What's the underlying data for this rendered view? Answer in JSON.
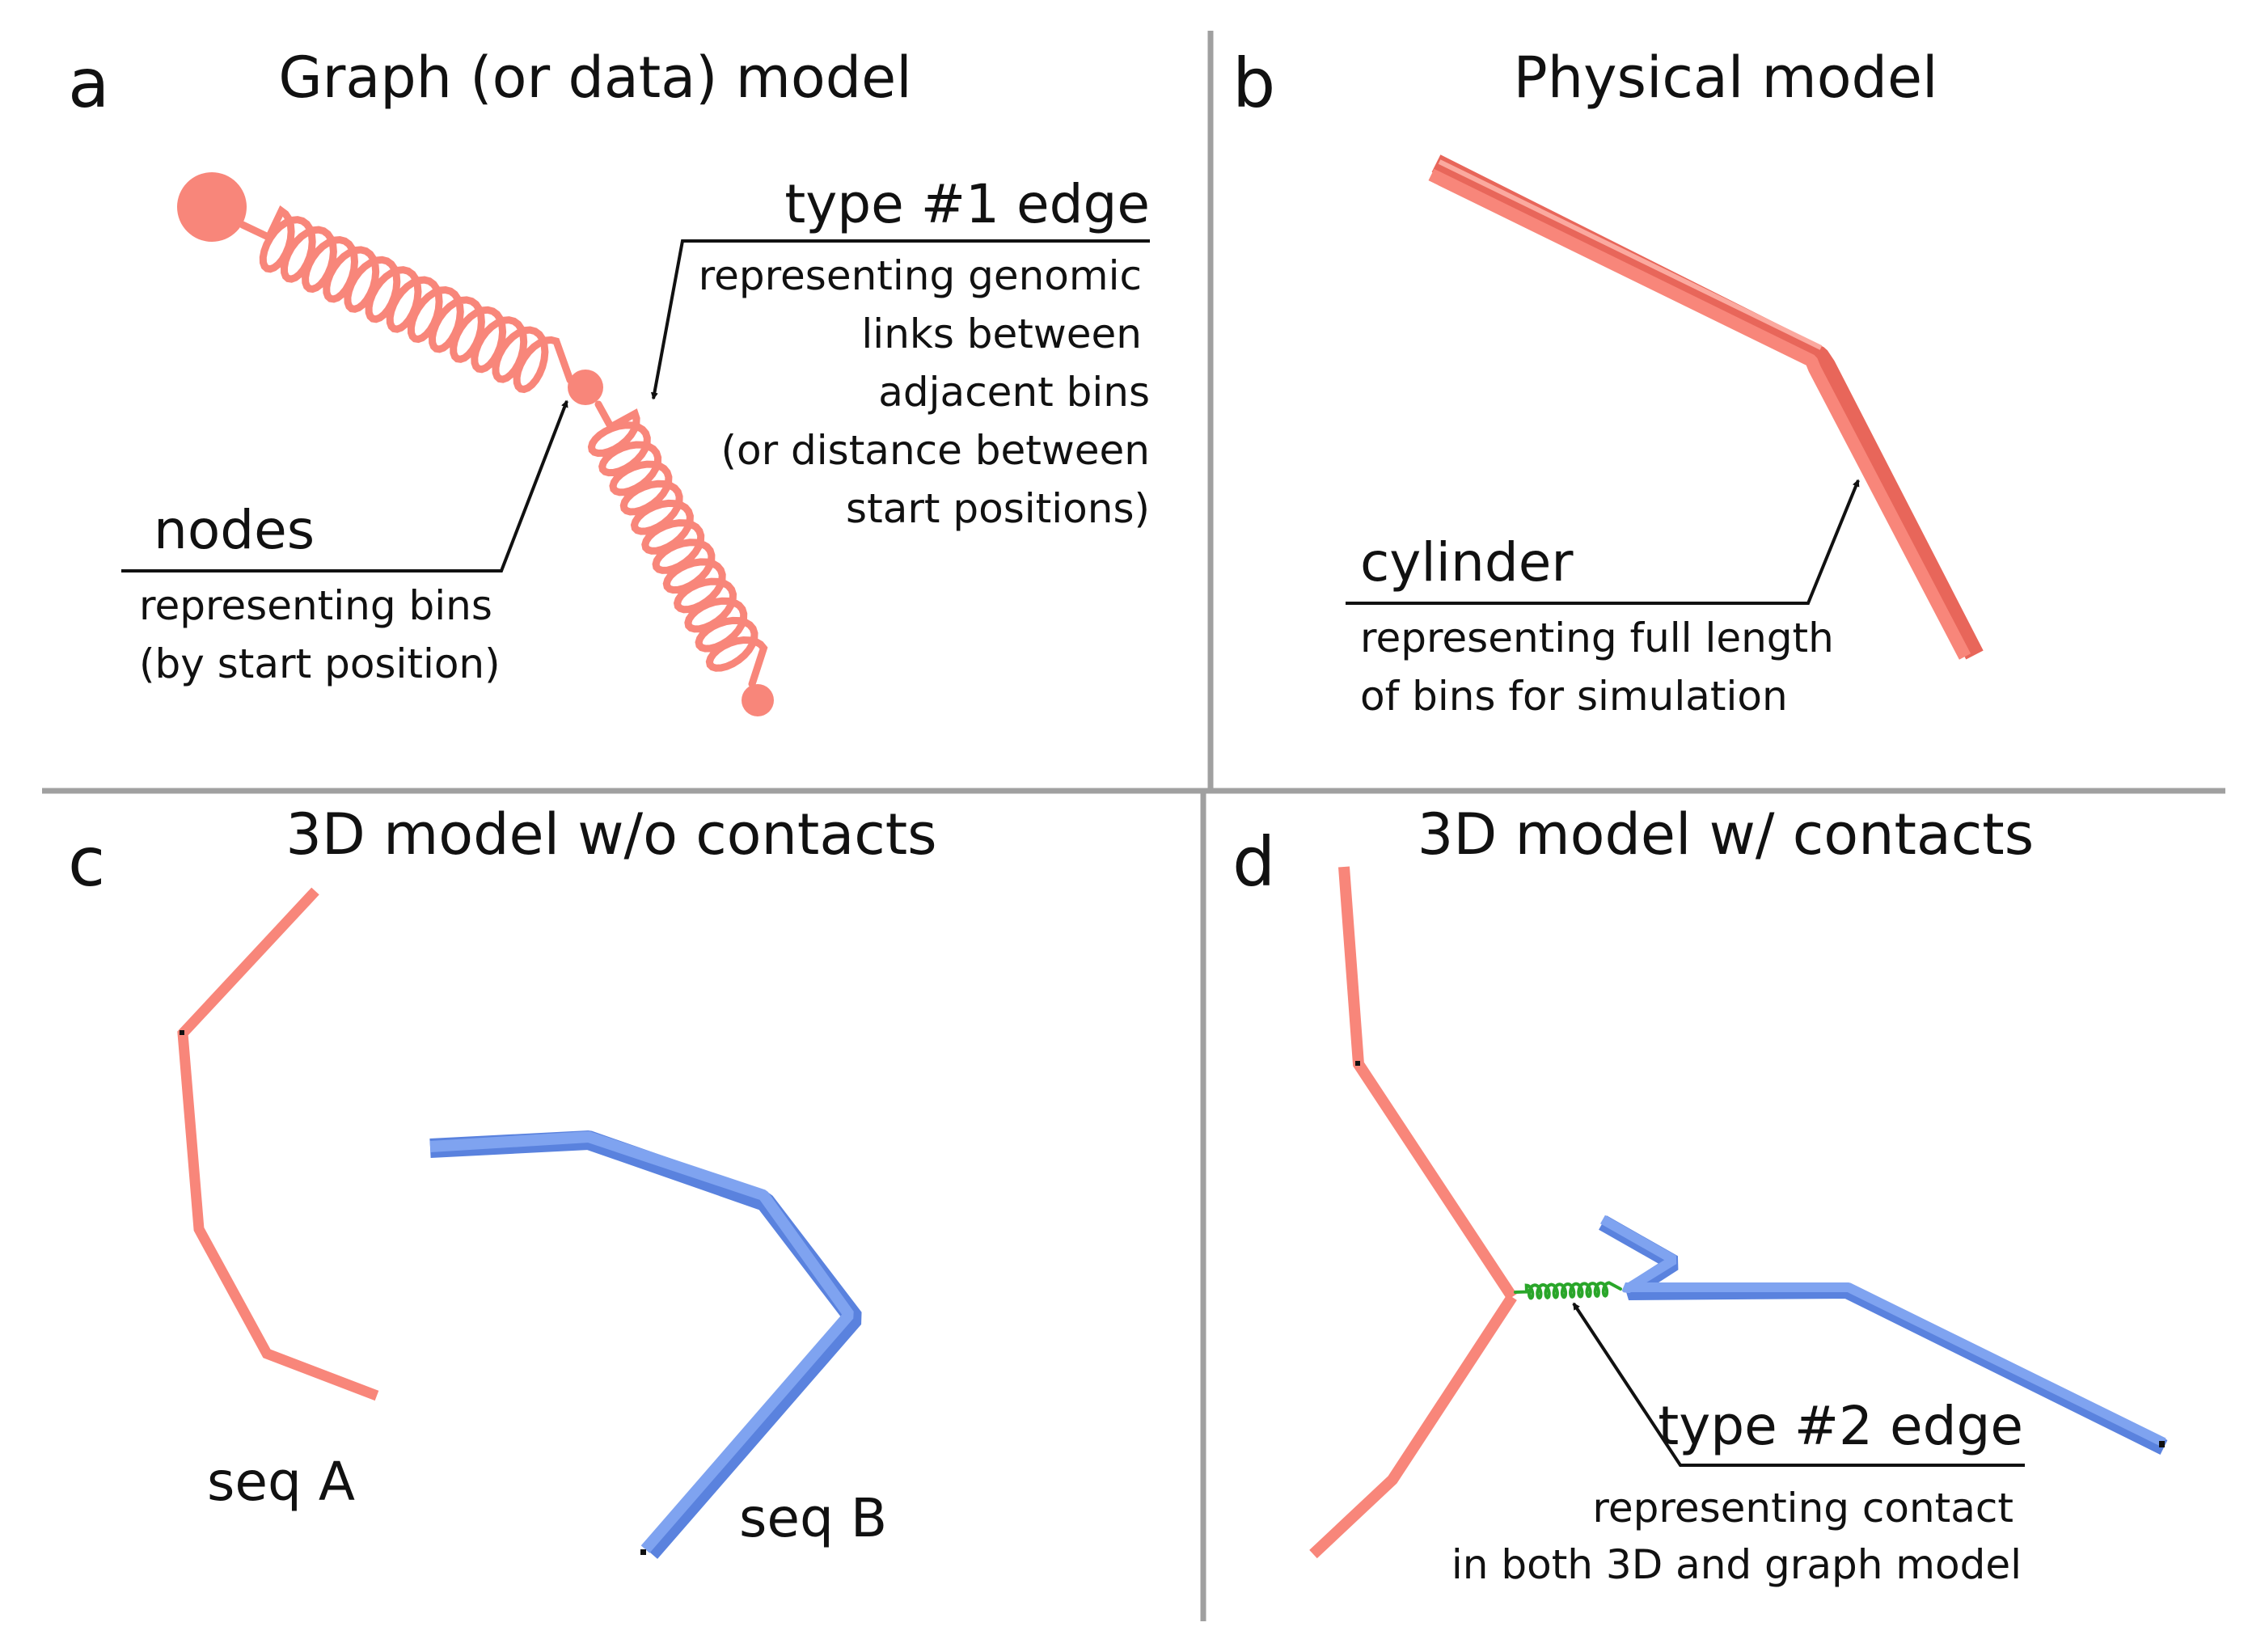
{
  "panels": {
    "a": {
      "letter": "a",
      "title": "Graph (or data) model",
      "edge_label": "type #1 edge",
      "edge_desc": [
        "representing genomic",
        "links  between",
        "adjacent bins",
        "(or distance between",
        "start positions)"
      ],
      "node_label": "nodes",
      "node_desc": [
        "representing bins",
        "(by start position)"
      ]
    },
    "b": {
      "letter": "b",
      "title": "Physical model",
      "cyl_label": "cylinder",
      "cyl_desc": [
        "representing full length",
        "of bins for simulation"
      ]
    },
    "c": {
      "letter": "c",
      "title": "3D model w/o contacts",
      "seq_a": "seq A",
      "seq_b": "seq B"
    },
    "d": {
      "letter": "d",
      "title": "3D model w/ contacts",
      "edge2_label": "type #2 edge",
      "edge2_desc": [
        "representing contact",
        "in both 3D and graph model"
      ]
    }
  },
  "colors": {
    "seq_a": "#f8867a",
    "seq_a_dark": "#e8665a",
    "seq_b": "#7fa3f0",
    "seq_b_dark": "#5a82de",
    "contact_spring": "#2aa62a",
    "divider": "#a0a0a0",
    "text": "#111111"
  }
}
